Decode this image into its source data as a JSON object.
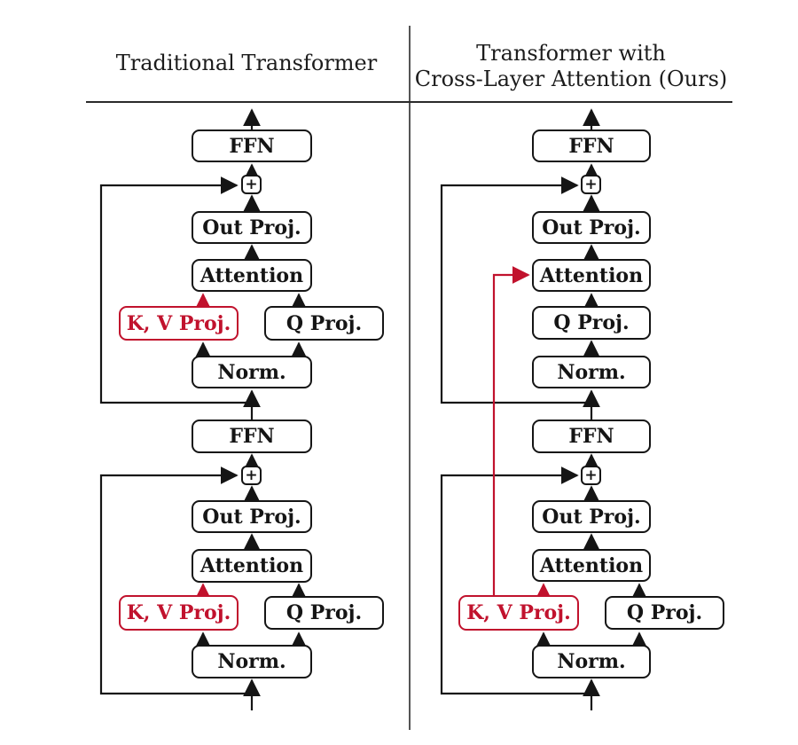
{
  "colors": {
    "red": "#c1122d",
    "black": "#151515"
  },
  "left": {
    "title": "Traditional Transformer",
    "ffn_top": "FFN",
    "add_top": "+",
    "out_proj_top": "Out Proj.",
    "attention_top": "Attention",
    "kv_proj_top": "K, V Proj.",
    "q_proj_top": "Q Proj.",
    "norm_top": "Norm.",
    "ffn_bottom": "FFN",
    "add_bottom": "+",
    "out_proj_bottom": "Out Proj.",
    "attention_bottom": "Attention",
    "kv_proj_bottom": "K, V Proj.",
    "q_proj_bottom": "Q Proj.",
    "norm_bottom": "Norm."
  },
  "right": {
    "title_line1": "Transformer with",
    "title_line2": "Cross-Layer Attention (Ours)",
    "ffn_top": "FFN",
    "add_top": "+",
    "out_proj_top": "Out Proj.",
    "attention_top": "Attention",
    "q_proj_top": "Q Proj.",
    "norm_top": "Norm.",
    "ffn_bottom": "FFN",
    "add_bottom": "+",
    "out_proj_bottom": "Out Proj.",
    "attention_bottom": "Attention",
    "kv_proj_bottom": "K, V Proj.",
    "q_proj_bottom": "Q Proj.",
    "norm_bottom": "Norm."
  }
}
